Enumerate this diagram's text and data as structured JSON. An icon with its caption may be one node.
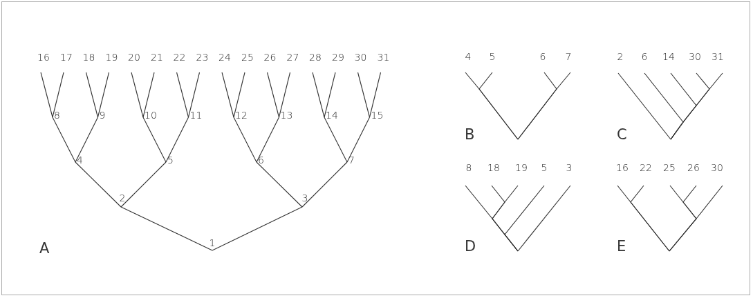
{
  "diagram": {
    "nodes": [
      {
        "text": [
          "16"
        ]
      },
      {
        "text": [
          "17"
        ]
      },
      {
        "text": [
          "18"
        ]
      },
      {
        "text": [
          "19"
        ]
      },
      {
        "text": [
          "20"
        ]
      },
      {
        "text": [
          "21"
        ]
      },
      {
        "text": [
          "22"
        ]
      },
      {
        "text": [
          "23"
        ]
      },
      {
        "text": [
          "24"
        ]
      },
      {
        "text": [
          "25"
        ]
      },
      {
        "text": [
          "26"
        ]
      },
      {
        "text": [
          "27"
        ]
      },
      {
        "text": [
          "28"
        ]
      },
      {
        "text": [
          "29"
        ]
      },
      {
        "text": [
          "30"
        ]
      },
      {
        "text": [
          "31"
        ]
      },
      {
        "text": [
          "8"
        ]
      },
      {
        "text": [
          "9"
        ]
      },
      {
        "text": [
          "10"
        ]
      },
      {
        "text": [
          "11"
        ]
      },
      {
        "text": [
          "12"
        ]
      },
      {
        "text": [
          "13"
        ]
      },
      {
        "text": [
          "14"
        ]
      },
      {
        "text": [
          "15"
        ]
      },
      {
        "text": [
          "4"
        ]
      },
      {
        "text": [
          "5"
        ]
      },
      {
        "text": [
          "6"
        ]
      },
      {
        "text": [
          "7"
        ]
      },
      {
        "text": [
          "2"
        ]
      },
      {
        "text": [
          "3"
        ]
      },
      {
        "text": [
          "1"
        ]
      },
      {
        "text": [
          "4"
        ]
      },
      {
        "text": [
          "5"
        ]
      },
      {
        "text": [
          "6"
        ]
      },
      {
        "text": [
          "7"
        ]
      },
      {
        "text": [
          "2"
        ]
      },
      {
        "text": [
          "6"
        ]
      },
      {
        "text": [
          "14"
        ]
      },
      {
        "text": [
          "30"
        ]
      },
      {
        "text": [
          "31"
        ]
      },
      {
        "text": [
          "8"
        ]
      },
      {
        "text": [
          "18"
        ]
      },
      {
        "text": [
          "19"
        ]
      },
      {
        "text": [
          "5"
        ]
      },
      {
        "text": [
          "3"
        ]
      },
      {
        "text": [
          "16"
        ]
      },
      {
        "text": [
          "22"
        ]
      },
      {
        "text": [
          "25"
        ]
      },
      {
        "text": [
          "26"
        ]
      },
      {
        "text": [
          "30"
        ]
      }
    ],
    "edges": [
      {
        "from": 30,
        "to": 28,
        "arrow": "none"
      },
      {
        "from": 30,
        "to": 29,
        "arrow": "none"
      },
      {
        "from": 28,
        "to": 24,
        "arrow": "none"
      },
      {
        "from": 28,
        "to": 25,
        "arrow": "none"
      },
      {
        "from": 29,
        "to": 26,
        "arrow": "none"
      },
      {
        "from": 29,
        "to": 27,
        "arrow": "none"
      },
      {
        "from": 24,
        "to": 16,
        "arrow": "none"
      },
      {
        "from": 24,
        "to": 17,
        "arrow": "none"
      },
      {
        "from": 25,
        "to": 18,
        "arrow": "none"
      },
      {
        "from": 25,
        "to": 19,
        "arrow": "none"
      },
      {
        "from": 26,
        "to": 20,
        "arrow": "none"
      },
      {
        "from": 26,
        "to": 21,
        "arrow": "none"
      },
      {
        "from": 27,
        "to": 22,
        "arrow": "none"
      },
      {
        "from": 27,
        "to": 23,
        "arrow": "none"
      },
      {
        "from": 16,
        "to": 0,
        "arrow": "none"
      },
      {
        "from": 16,
        "to": 1,
        "arrow": "none"
      },
      {
        "from": 17,
        "to": 2,
        "arrow": "none"
      },
      {
        "from": 17,
        "to": 3,
        "arrow": "none"
      },
      {
        "from": 18,
        "to": 4,
        "arrow": "none"
      },
      {
        "from": 18,
        "to": 5,
        "arrow": "none"
      },
      {
        "from": 19,
        "to": 6,
        "arrow": "none"
      },
      {
        "from": 19,
        "to": 7,
        "arrow": "none"
      },
      {
        "from": 20,
        "to": 8,
        "arrow": "none"
      },
      {
        "from": 20,
        "to": 9,
        "arrow": "none"
      },
      {
        "from": 21,
        "to": 10,
        "arrow": "none"
      },
      {
        "from": 21,
        "to": 11,
        "arrow": "none"
      },
      {
        "from": 22,
        "to": 12,
        "arrow": "none"
      },
      {
        "from": 22,
        "to": 13,
        "arrow": "none"
      },
      {
        "from": 23,
        "to": 14,
        "arrow": "none"
      },
      {
        "from": 23,
        "to": 15,
        "arrow": "none"
      },
      {
        "from": null,
        "to": 31,
        "arrow": "none"
      },
      {
        "from": null,
        "to": 32,
        "arrow": "none"
      },
      {
        "from": null,
        "to": 33,
        "arrow": "none"
      },
      {
        "from": null,
        "to": 34,
        "arrow": "none"
      },
      {
        "from": null,
        "to": 35,
        "arrow": "none"
      },
      {
        "from": null,
        "to": 36,
        "arrow": "none"
      },
      {
        "from": null,
        "to": 37,
        "arrow": "none"
      },
      {
        "from": null,
        "to": 38,
        "arrow": "none"
      },
      {
        "from": null,
        "to": 39,
        "arrow": "none"
      },
      {
        "from": null,
        "to": 40,
        "arrow": "none"
      },
      {
        "from": null,
        "to": 41,
        "arrow": "none"
      },
      {
        "from": null,
        "to": 42,
        "arrow": "none"
      },
      {
        "from": null,
        "to": 43,
        "arrow": "none"
      },
      {
        "from": null,
        "to": 44,
        "arrow": "none"
      },
      {
        "from": null,
        "to": 45,
        "arrow": "none"
      },
      {
        "from": null,
        "to": 46,
        "arrow": "none"
      },
      {
        "from": null,
        "to": 47,
        "arrow": "none"
      },
      {
        "from": null,
        "to": 48,
        "arrow": "none"
      },
      {
        "from": null,
        "to": 49,
        "arrow": "none"
      }
    ],
    "labels": [
      "A",
      "B",
      "C",
      "D",
      "E"
    ]
  }
}
